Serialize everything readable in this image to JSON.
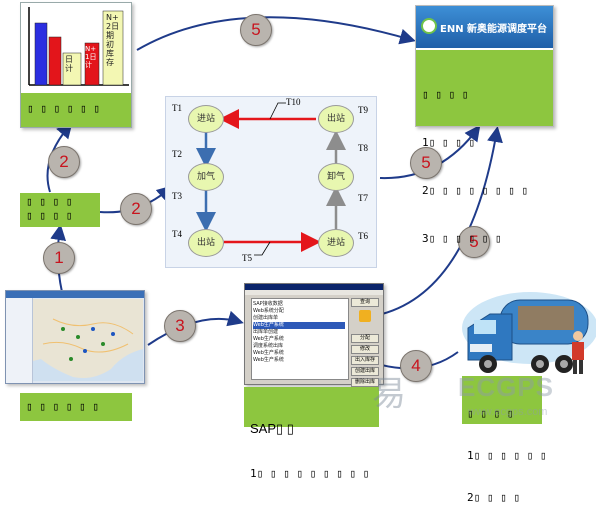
{
  "circles": {
    "c1": "1",
    "c2a": "2",
    "c2b": "2",
    "c3": "3",
    "c4": "4",
    "c5a": "5",
    "c5b": "5",
    "c5c": "5"
  },
  "boxes": {
    "inventory": "▯ ▯ ▯ ▯ ▯ ▯",
    "left_mid": "▯ ▯ ▯ ▯\n▯ ▯ ▯ ▯",
    "map_caption": "▯ ▯ ▯ ▯ ▯ ▯",
    "enn": [
      "▯ ▯ ▯ ▯",
      "1▯ ▯ ▯ ▯",
      "2▯ ▯ ▯ ▯ ▯ ▯ ▯ ▯",
      "3▯ ▯ ▯ ▯ ▯ ▯"
    ],
    "sap": [
      "SAP▯ ▯",
      "1▯ ▯ ▯ ▯ ▯ ▯ ▯ ▯ ▯"
    ],
    "truck": [
      "▯ ▯ ▯ ▯",
      "1▯ ▯ ▯ ▯ ▯ ▯",
      "2▯ ▯ ▯ ▯"
    ]
  },
  "enn_header": "ENN 新奥能源调度平台",
  "bar_chart_labels": {
    "b3": "日计",
    "b4": "N+1日计",
    "b5": "N+2日期初库存"
  },
  "flow": {
    "nodes": {
      "n1": "进站",
      "n2": "加气",
      "n3": "出站",
      "n4": "出站",
      "n5": "卸气",
      "n6": "进站"
    },
    "t_labels": {
      "t1": "T1",
      "t2": "T2",
      "t3": "T3",
      "t4": "T4",
      "t5": "T5",
      "t6": "T6",
      "t7": "T7",
      "t8": "T8",
      "t9": "T9",
      "t10": "T10"
    }
  },
  "sap_window": {
    "buttons": [
      "查询",
      "分配",
      "修改",
      "出入库存",
      "创建出库",
      "删除出库"
    ],
    "list_items": [
      "SAP接收数据",
      "Web系统分配",
      "创建出库单",
      "Web生产系统",
      "出库单创建",
      "Web生产系统",
      "调度系统出库",
      "Web生产系统",
      "Web生产系统"
    ]
  },
  "watermark": {
    "text": "易",
    "sub": "ECGPS",
    "url": "www.ecgps.com"
  }
}
